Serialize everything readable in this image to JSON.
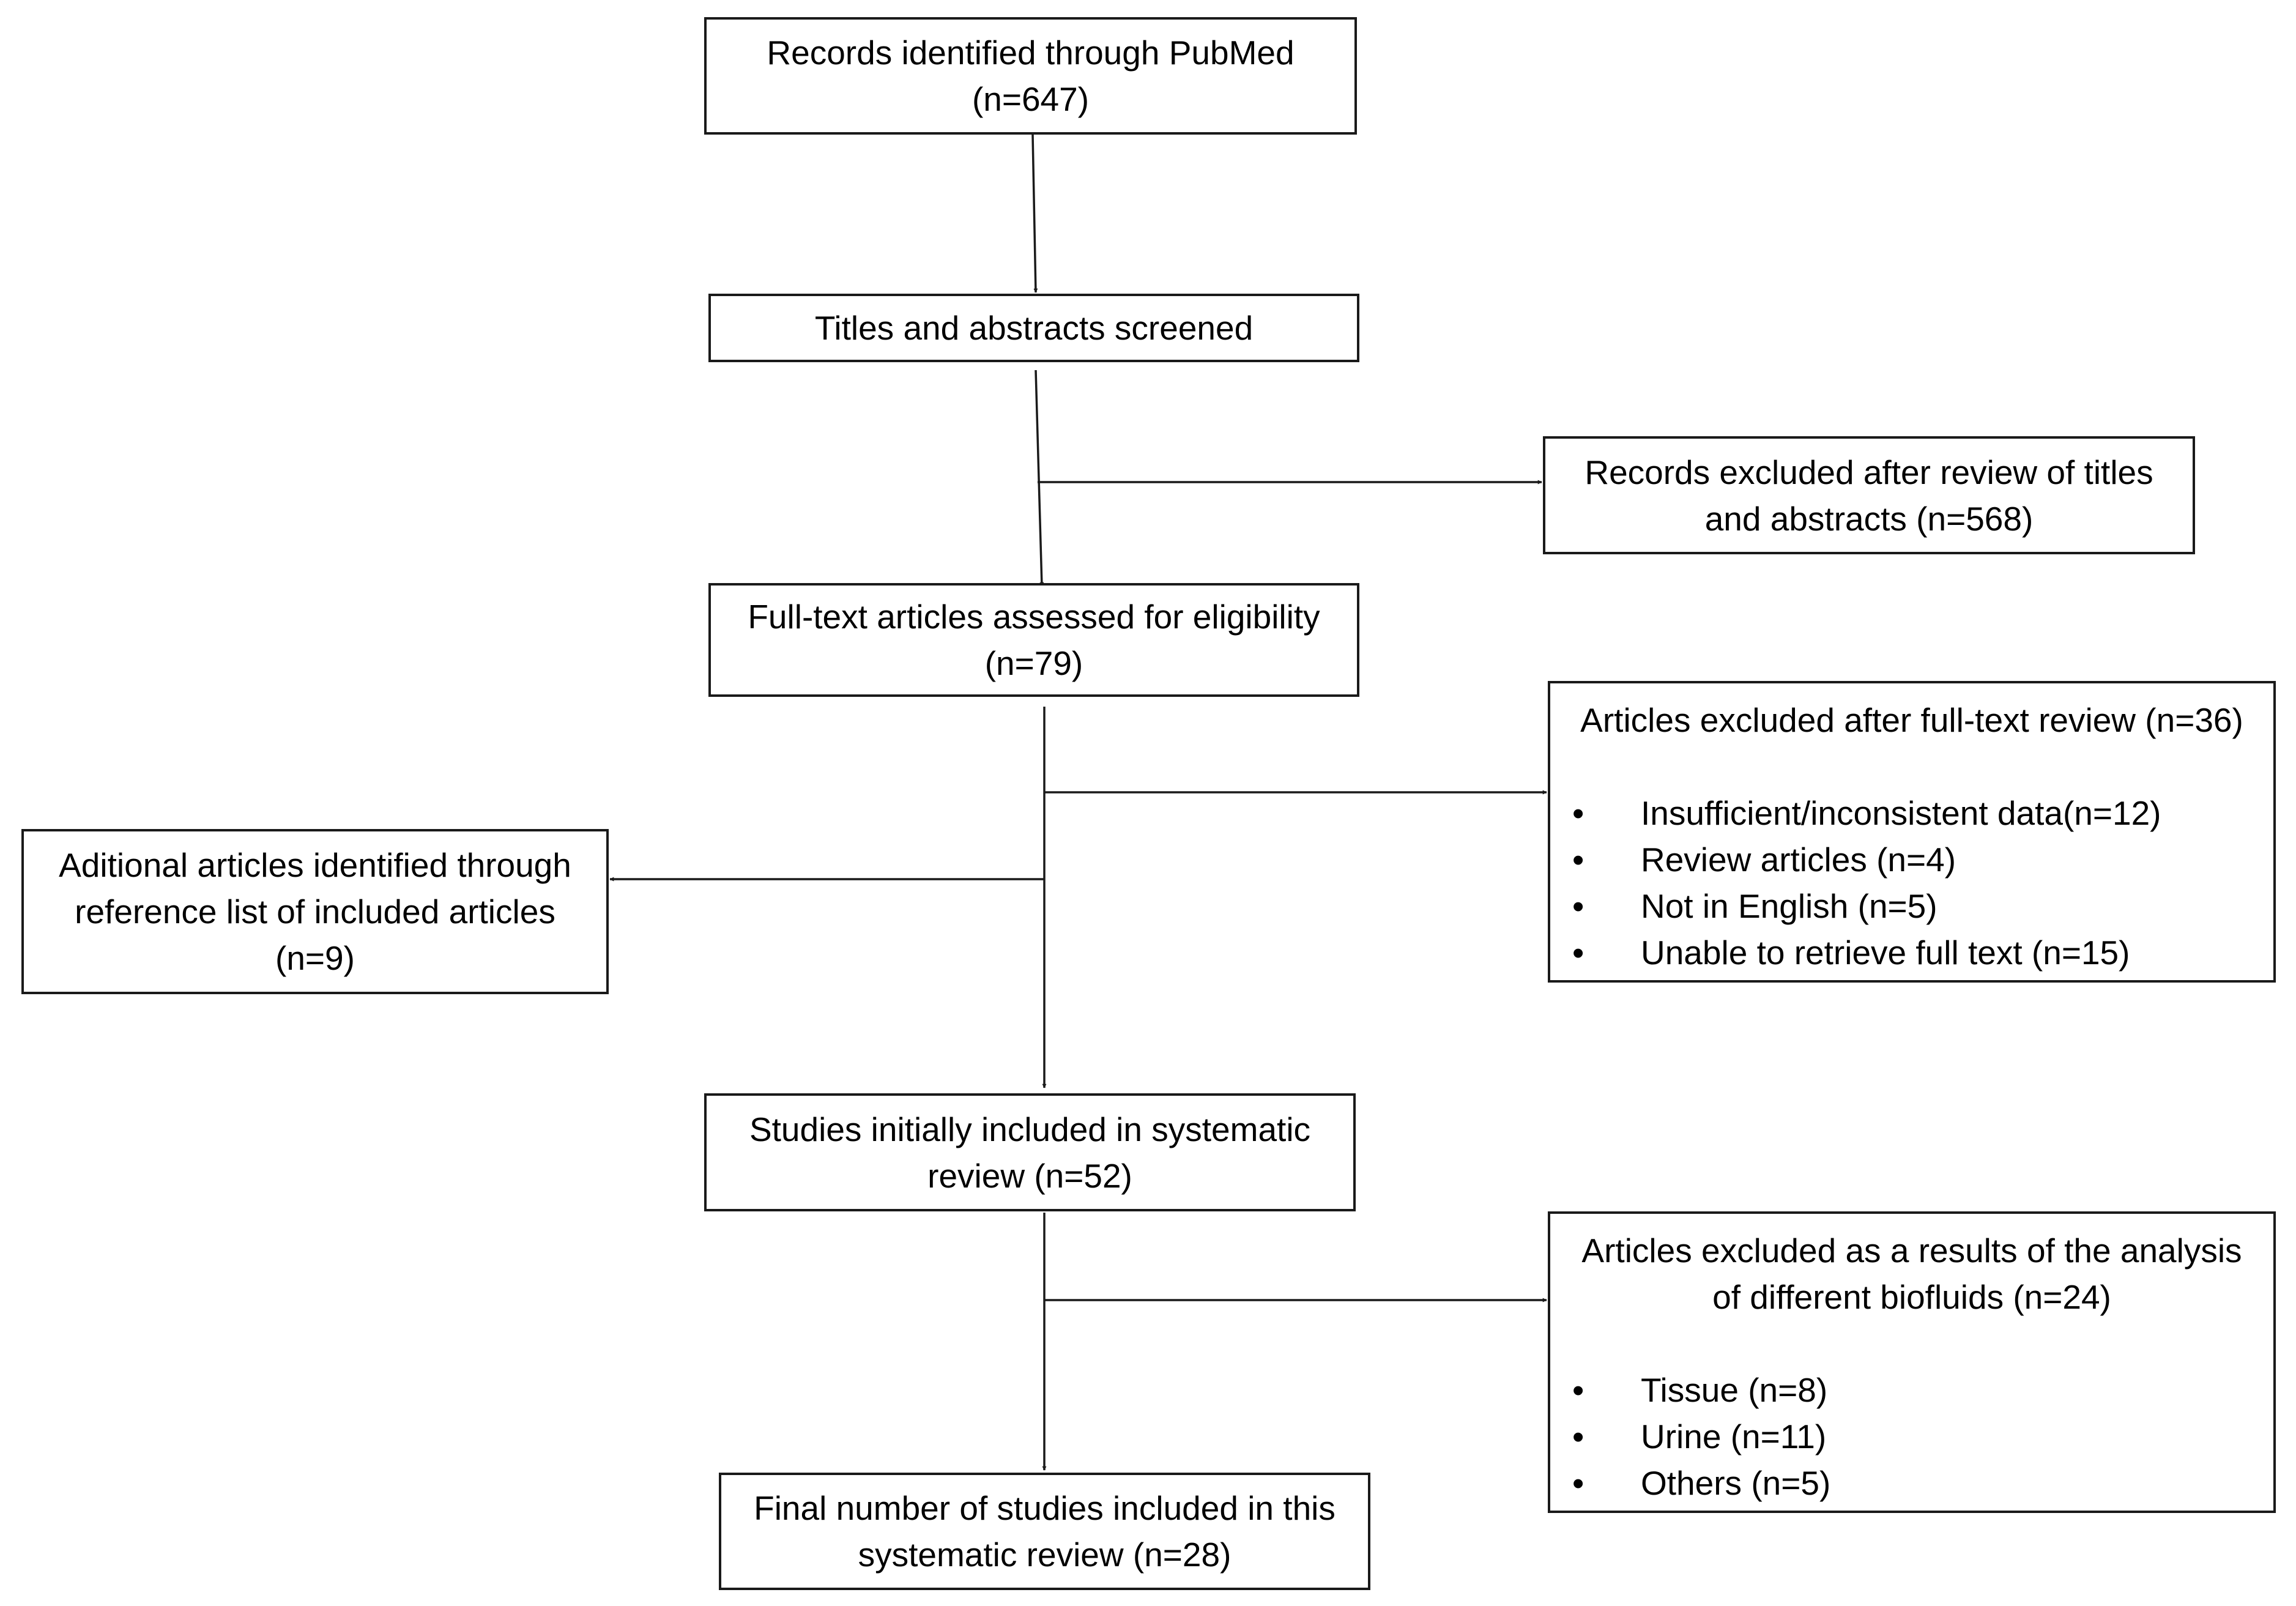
{
  "nodes": {
    "identified": {
      "lines": [
        "Records identified through PubMed",
        "(n=647)"
      ]
    },
    "screened": {
      "lines": [
        "Titles and abstracts screened"
      ]
    },
    "excluded_titles": {
      "lines": [
        "Records excluded after review of titles",
        "and abstracts (n=568)"
      ]
    },
    "fulltext": {
      "lines": [
        "Full-text articles assessed for eligibility",
        "(n=79)"
      ]
    },
    "excluded_fulltext": {
      "title": "Articles excluded after full-text review (n=36)",
      "items": [
        "Insufficient/inconsistent data(n=12)",
        "Review articles (n=4)",
        "Not in English (n=5)",
        "Unable to retrieve full text (n=15)"
      ]
    },
    "additional": {
      "lines": [
        "Aditional articles identified through",
        "reference list of included articles",
        "(n=9)"
      ]
    },
    "initially_included": {
      "lines": [
        "Studies initially included in systematic",
        "review (n=52)"
      ]
    },
    "excluded_biofluids": {
      "title_lines": [
        "Articles excluded as a results of the analysis",
        "of different biofluids (n=24)"
      ],
      "items": [
        "Tissue (n=8)",
        "Urine (n=11)",
        "Others (n=5)"
      ]
    },
    "final": {
      "lines": [
        "Final number of studies included in this",
        "systematic review (n=28)"
      ]
    }
  },
  "bullet_glyph": "•",
  "colors": {
    "stroke": "#1a1a1a",
    "background": "#ffffff"
  }
}
